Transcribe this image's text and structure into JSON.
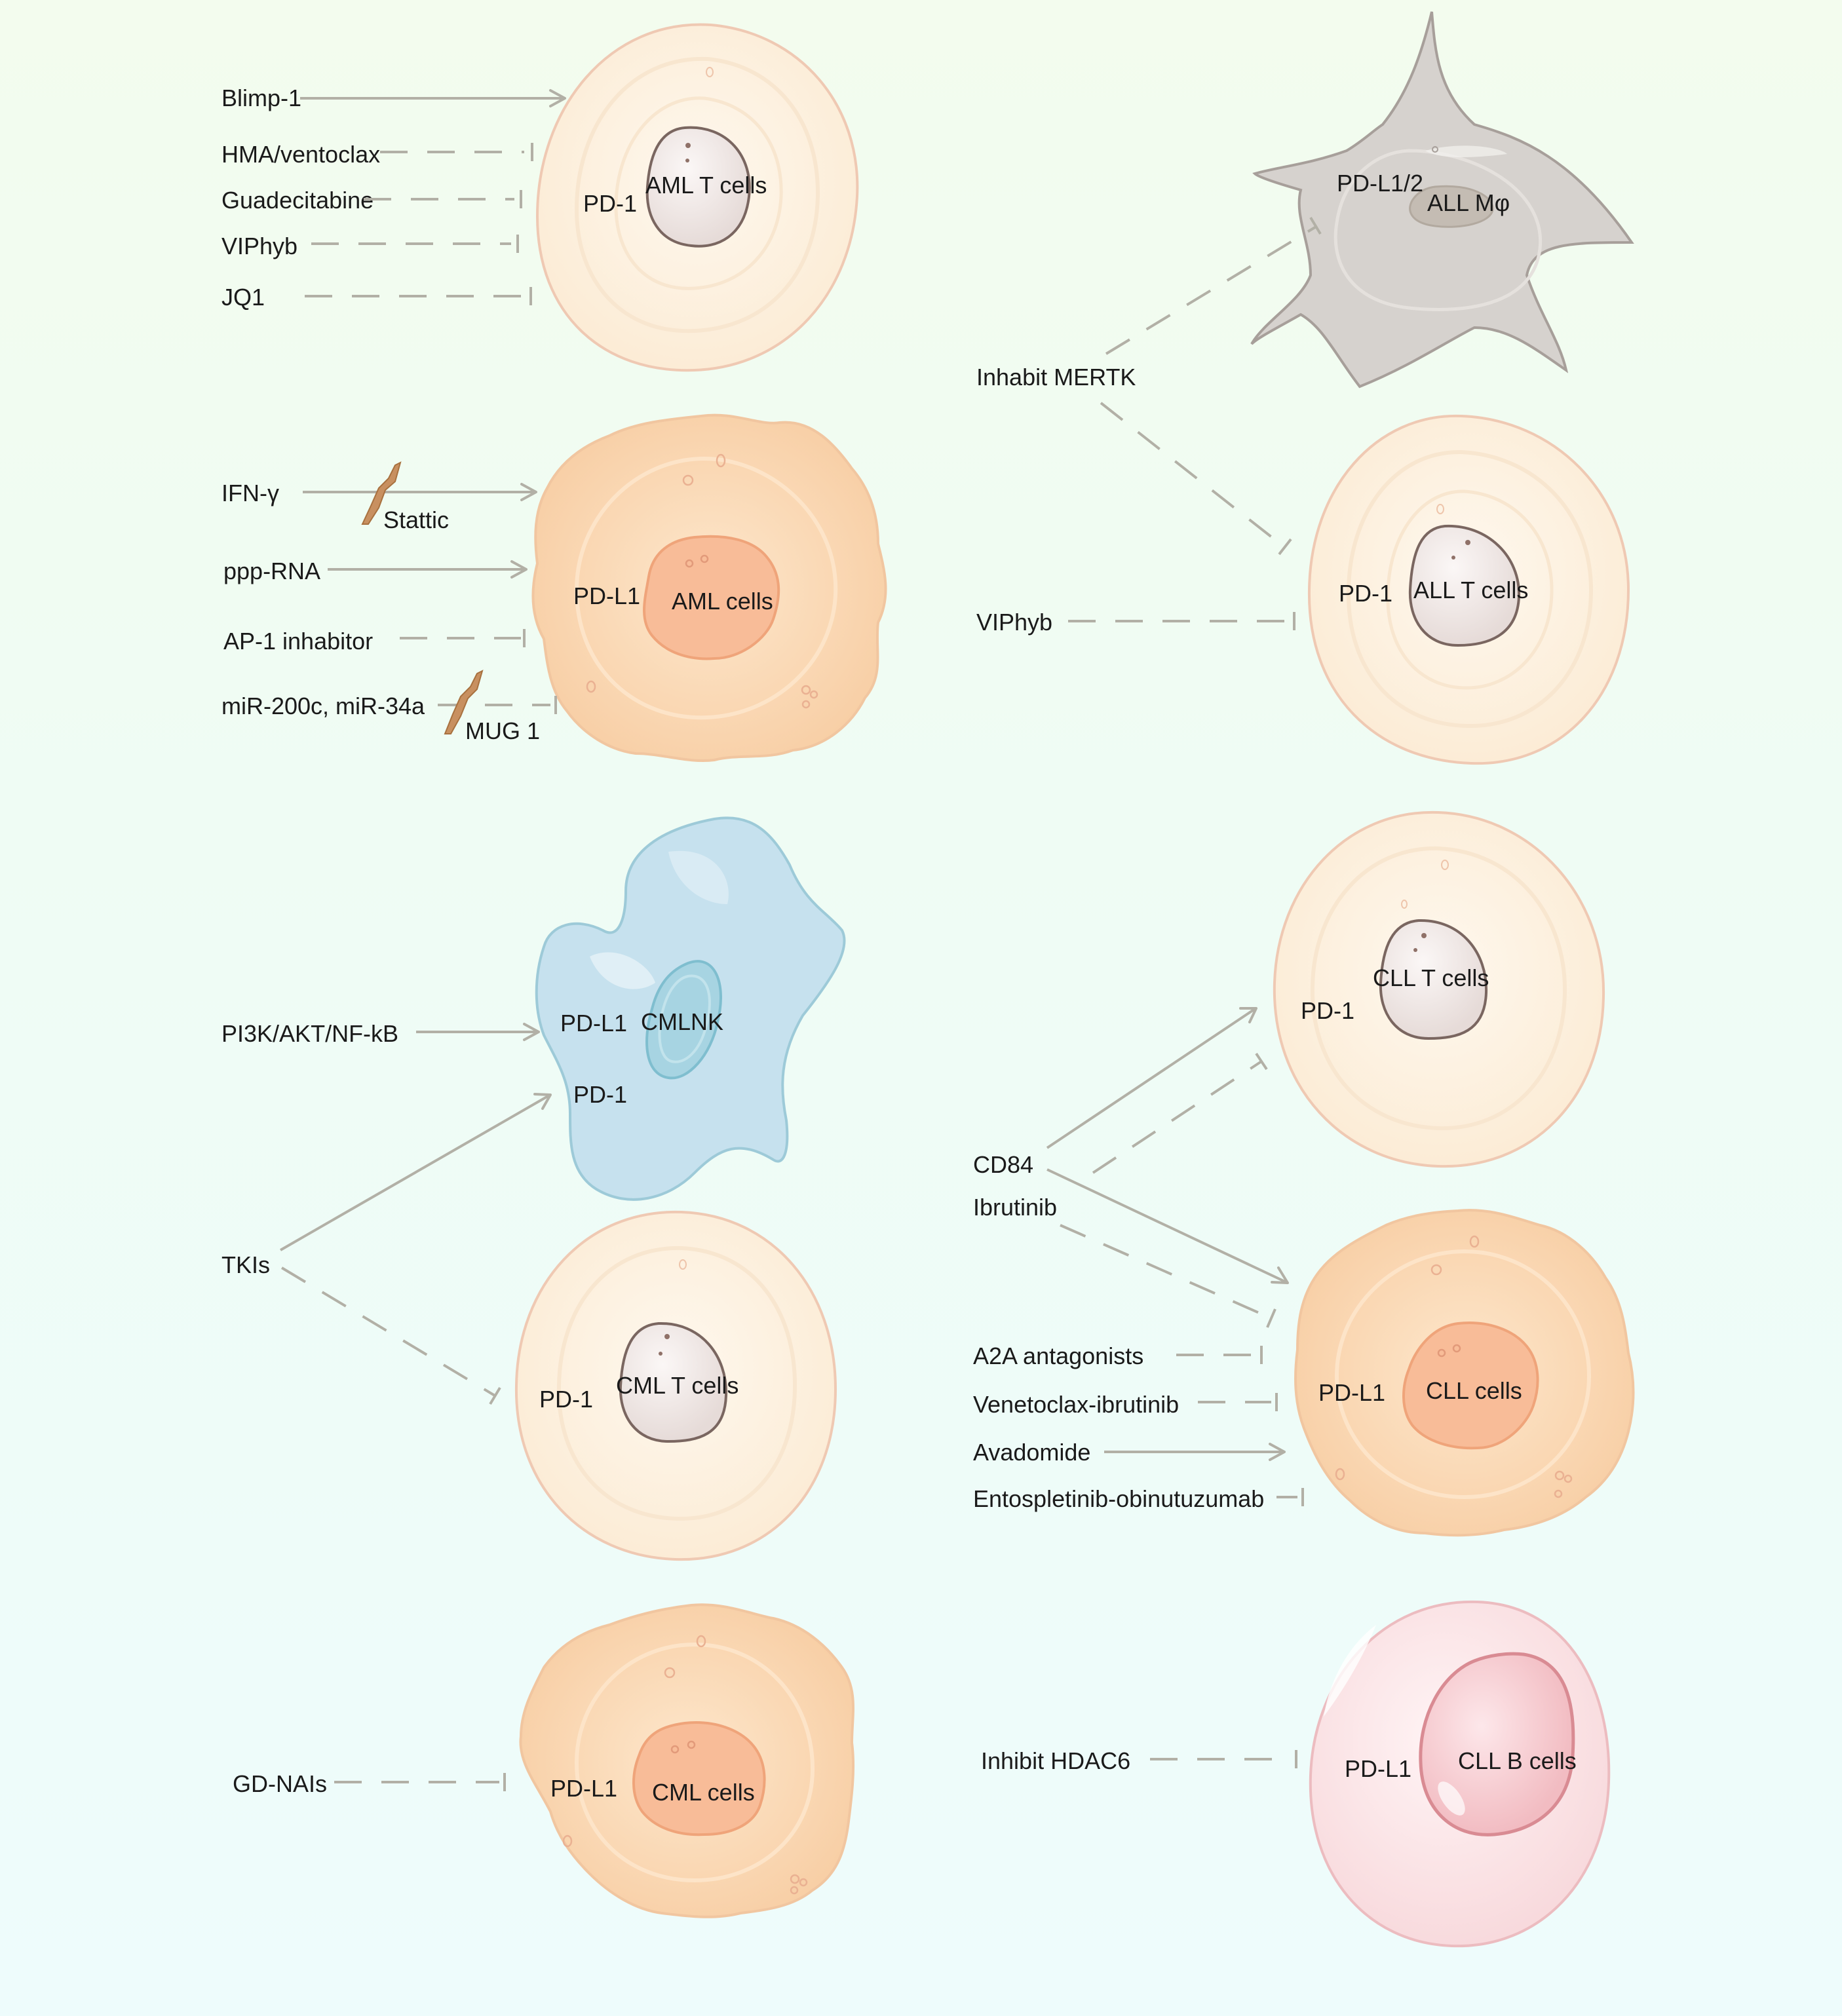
{
  "cells": {
    "aml_t": {
      "name": "AML T cells",
      "marker": "PD-1"
    },
    "aml": {
      "name": "AML cells",
      "marker": "PD-L1"
    },
    "all_mphi": {
      "name": "ALL Mφ",
      "marker": "PD-L1/2"
    },
    "all_t": {
      "name": "ALL T cells",
      "marker": "PD-1"
    },
    "cmlnk": {
      "name": "CMLNK",
      "marker": "PD-L1",
      "marker2": "PD-1"
    },
    "cml_t": {
      "name": "CML T cells",
      "marker": "PD-1"
    },
    "cml": {
      "name": "CML cells",
      "marker": "PD-L1"
    },
    "cll_t": {
      "name": "CLL T cells",
      "marker": "PD-1"
    },
    "cll": {
      "name": "CLL cells",
      "marker": "PD-L1"
    },
    "cll_b": {
      "name": "CLL B cells",
      "marker": "PD-L1"
    }
  },
  "regulators": {
    "blimp1": "Blimp-1",
    "hma": "HMA/ventoclax",
    "guadecitabine": "Guadecitabine",
    "viphyb_aml": "VIPhyb",
    "jq1": "JQ1",
    "ifng": "IFN-γ",
    "stattic": "Stattic",
    "ppp_rna": "ppp-RNA",
    "ap1": "AP-1 inhabitor",
    "mir": "miR-200c, miR-34a",
    "mug1": "MUG 1",
    "mertk": "Inhabit MERTK",
    "viphyb_all": "VIPhyb",
    "pi3k": "PI3K/AKT/NF-kB",
    "tkis": "TKIs",
    "gd_nais": "GD-NAIs",
    "cd84": "CD84",
    "ibrutinib": "Ibrutinib",
    "a2a": "A2A antagonists",
    "venetoclax_ibrutinib": "Venetoclax-ibrutinib",
    "avadomide": "Avadomide",
    "entospletinib": "Entospletinib-obinutuzumab",
    "hdac6": "Inhibit HDAC6"
  },
  "colors": {
    "t_cell": "#fdf1e0",
    "tumor_cell": "#fbdcb8",
    "tumor_nucleus": "#f8bc98",
    "macrophage": "#d5d2ce",
    "nk_cell": "#c7e2ee",
    "b_cell": "#fbe4e6",
    "arrow": "#b2b0a6"
  }
}
